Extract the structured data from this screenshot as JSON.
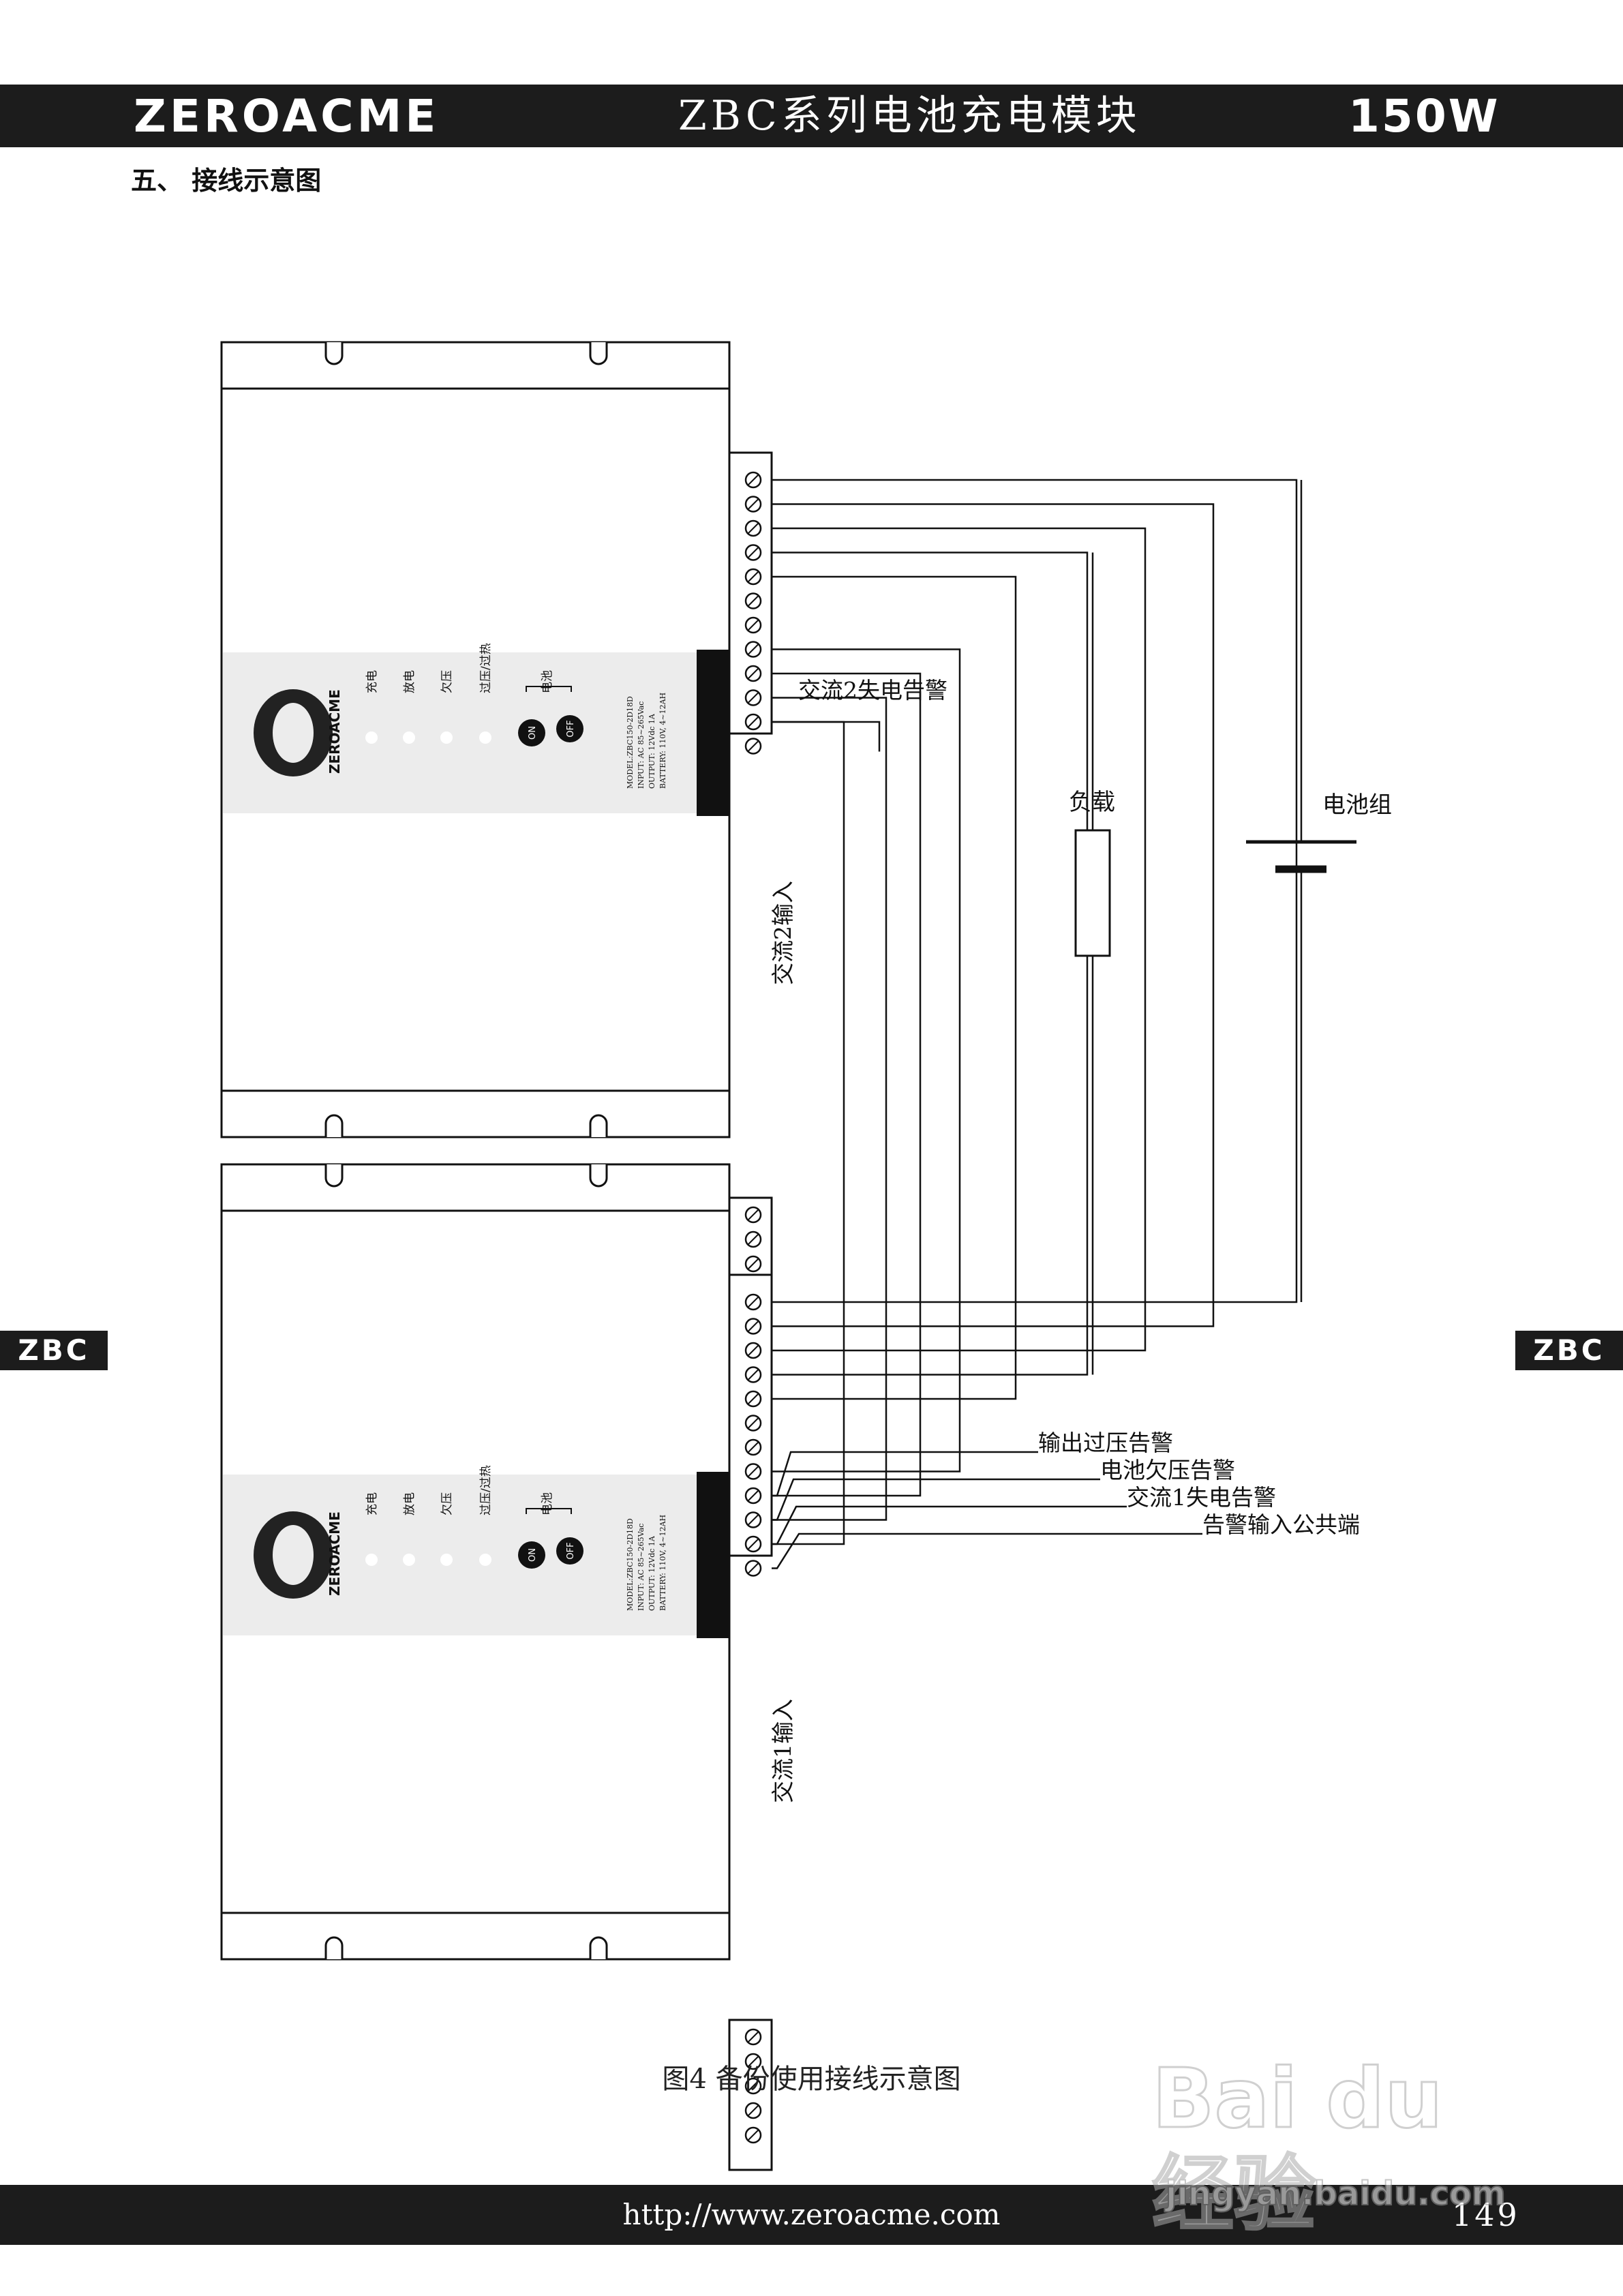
{
  "header": {
    "brand": "ZEROACME",
    "title": "ZBC系列电池充电模块",
    "power": "150W"
  },
  "section": {
    "heading": "五、  接线示意图"
  },
  "side_tabs": {
    "left": "ZBC",
    "right": "ZBC"
  },
  "diagram": {
    "modules": [
      {
        "front_panel": {
          "logo_text": "ZEROACME",
          "indicators": [
            "充电",
            "放电",
            "欠压",
            "过压/过热"
          ],
          "battery_label": "电池",
          "on": "ON",
          "off": "OFF",
          "model_lines": [
            "MODEL:ZBC150-2D18D",
            "INPUT: AC 85~265Vac",
            "OUTPUT: 12Vdc 1A",
            "BATTERY: 110V, 4~12AH"
          ]
        },
        "ac_input_label": "交流2输入"
      },
      {
        "front_panel": {
          "logo_text": "ZEROACME",
          "indicators": [
            "充电",
            "放电",
            "欠压",
            "过压/过热"
          ],
          "battery_label": "电池",
          "on": "ON",
          "off": "OFF",
          "model_lines": [
            "MODEL:ZBC150-2D18D",
            "INPUT: AC 85~265Vac",
            "OUTPUT: 12Vdc 1A",
            "BATTERY: 110V, 4~12AH"
          ]
        },
        "ac_input_label": "交流1输入"
      }
    ],
    "labels": {
      "ac2_fail": "交流2失电告警",
      "load": "负载",
      "battery_group": "电池组",
      "overvolt": "输出过压告警",
      "batt_undervolt": "电池欠压告警",
      "ac1_fail": "交流1失电告警",
      "alarm_common": "告警输入公共端"
    }
  },
  "caption": "图4  备份使用接线示意图",
  "footer": {
    "url": "http://www.zeroacme.com",
    "page": "149"
  },
  "watermark": {
    "logo": "Bai du 经验",
    "sub": "jingyan.baidu.com"
  }
}
